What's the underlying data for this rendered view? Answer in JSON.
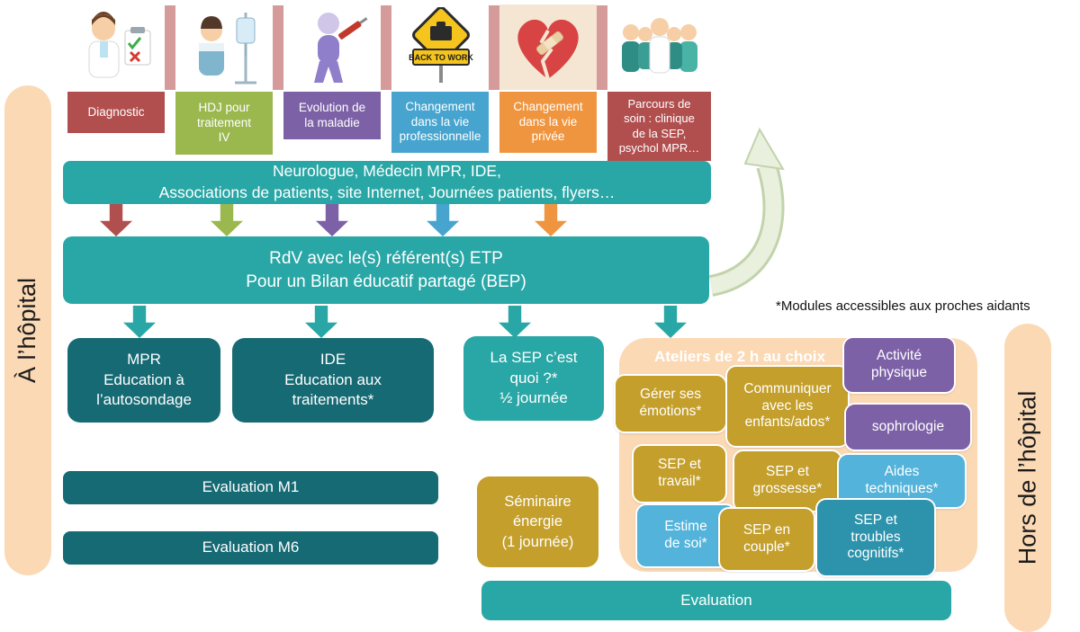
{
  "side_bars": {
    "left_label": "À l’hôpital",
    "right_label": "Hors de l’hôpital",
    "color": "#fbd9b5"
  },
  "top_row": {
    "items": [
      {
        "label": "Diagnostic",
        "color": "#b14f4f"
      },
      {
        "label": "HDJ pour\ntraitement\nIV",
        "color": "#9bb84f"
      },
      {
        "label": "Evolution de\nla maladie",
        "color": "#7d61a6"
      },
      {
        "label": "Changement\ndans la vie\nprofessionnelle",
        "color": "#46a4ce"
      },
      {
        "label": "Changement\ndans la vie\nprivée",
        "color": "#f0953f"
      },
      {
        "label": "Parcours de\nsoin : clinique\nde la SEP,\npsychol MPR…",
        "color": "#b14f4f"
      }
    ],
    "back_to_work_sign": "BACK TO WORK"
  },
  "banner": {
    "text": "Neurologue, Médecin MPR, IDE,\nAssociations de patients, site Internet, Journées patients, flyers…",
    "color": "#29a7a6"
  },
  "rdv_box": {
    "text": "RdV avec le(s) référent(s) ETP\nPour un Bilan éducatif partagé (BEP)",
    "color": "#29a7a6"
  },
  "note": "*Modules accessibles aux proches aidants",
  "arrow_colors": {
    "red": "#b14f4f",
    "green": "#9bb84f",
    "purple": "#7d61a6",
    "blue": "#46a4ce",
    "orange": "#f0953f",
    "teal": "#29a7a6"
  },
  "pathway": {
    "mpr": {
      "text": "MPR\nEducation à\nl’autosondage",
      "color": "#166a73"
    },
    "ide": {
      "text": "IDE\nEducation aux\ntraitements*",
      "color": "#166a73"
    },
    "sep_quoi": {
      "text": "La SEP c’est\nquoi ?*\n½ journée",
      "color": "#29a7a6"
    },
    "evaluation_m1": {
      "text": "Evaluation M1",
      "color": "#166a73"
    },
    "evaluation_m6": {
      "text": "Evaluation M6",
      "color": "#166a73"
    },
    "seminaire": {
      "text": "Séminaire\nénergie\n(1 journée)",
      "color": "#c49f2b"
    },
    "evaluation_final": {
      "text": "Evaluation",
      "color": "#29a7a6"
    }
  },
  "ateliers": {
    "title": "Ateliers de 2 h au choix",
    "container_color": "#fbd9b5",
    "items": [
      {
        "label": "Gérer ses\némotions*",
        "color": "#c49f2b"
      },
      {
        "label": "Communiquer\navec les\nenfants/ados*",
        "color": "#c49f2b"
      },
      {
        "label": "Activité\nphysique",
        "color": "#7d61a6"
      },
      {
        "label": "sophrologie",
        "color": "#7d61a6"
      },
      {
        "label": "SEP et\ntravail*",
        "color": "#c49f2b"
      },
      {
        "label": "SEP et\ngrossesse*",
        "color": "#c49f2b"
      },
      {
        "label": "Aides\ntechniques*",
        "color": "#54b3da"
      },
      {
        "label": "Estime\nde soi*",
        "color": "#54b3da"
      },
      {
        "label": "SEP en\ncouple*",
        "color": "#c49f2b"
      },
      {
        "label": "SEP et\ntroubles\ncognitifs*",
        "color": "#2d93ac"
      }
    ]
  }
}
